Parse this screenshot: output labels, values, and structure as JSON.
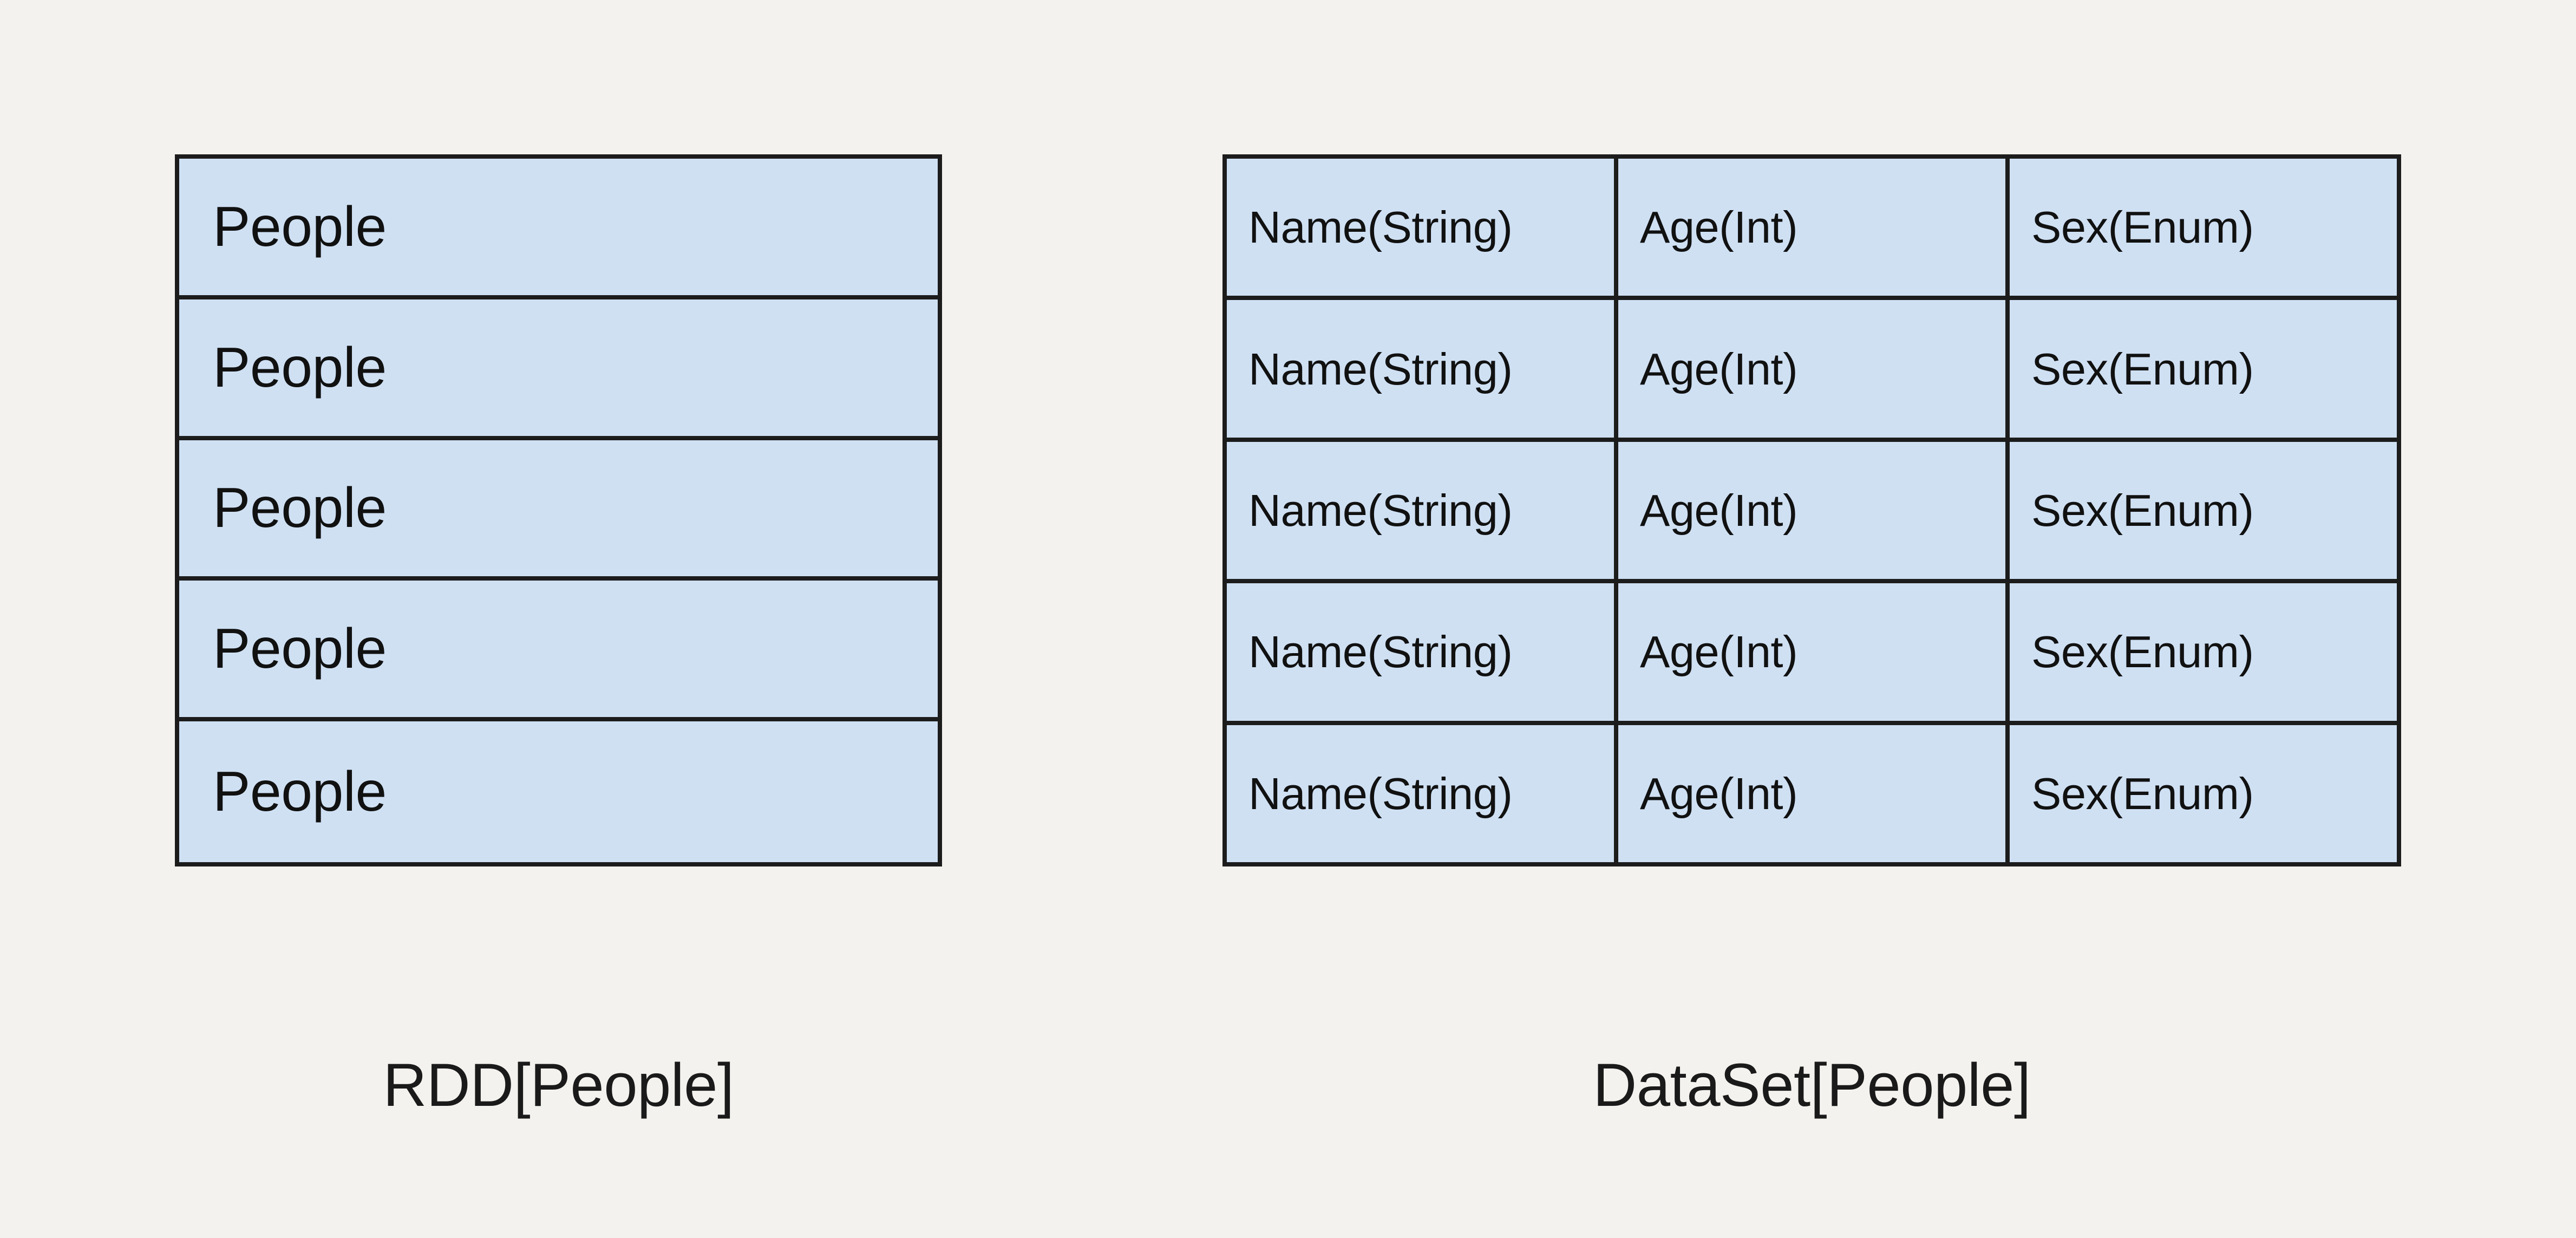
{
  "canvas": {
    "background_color": "#f4f2ee",
    "text_color": "#111111",
    "cell_fill_color": "#cfe0f3",
    "border_color": "#1c1c1c"
  },
  "panels": {
    "rdd": {
      "caption": "RDD[People]",
      "rows": [
        {
          "cells": [
            "People"
          ]
        },
        {
          "cells": [
            "People"
          ]
        },
        {
          "cells": [
            "People"
          ]
        },
        {
          "cells": [
            "People"
          ]
        },
        {
          "cells": [
            "People"
          ]
        }
      ]
    },
    "dataset": {
      "caption": "DataSet[People]",
      "rows": [
        {
          "cells": [
            "Name(String)",
            "Age(Int)",
            "Sex(Enum)"
          ]
        },
        {
          "cells": [
            "Name(String)",
            "Age(Int)",
            "Sex(Enum)"
          ]
        },
        {
          "cells": [
            "Name(String)",
            "Age(Int)",
            "Sex(Enum)"
          ]
        },
        {
          "cells": [
            "Name(String)",
            "Age(Int)",
            "Sex(Enum)"
          ]
        },
        {
          "cells": [
            "Name(String)",
            "Age(Int)",
            "Sex(Enum)"
          ]
        }
      ]
    }
  }
}
